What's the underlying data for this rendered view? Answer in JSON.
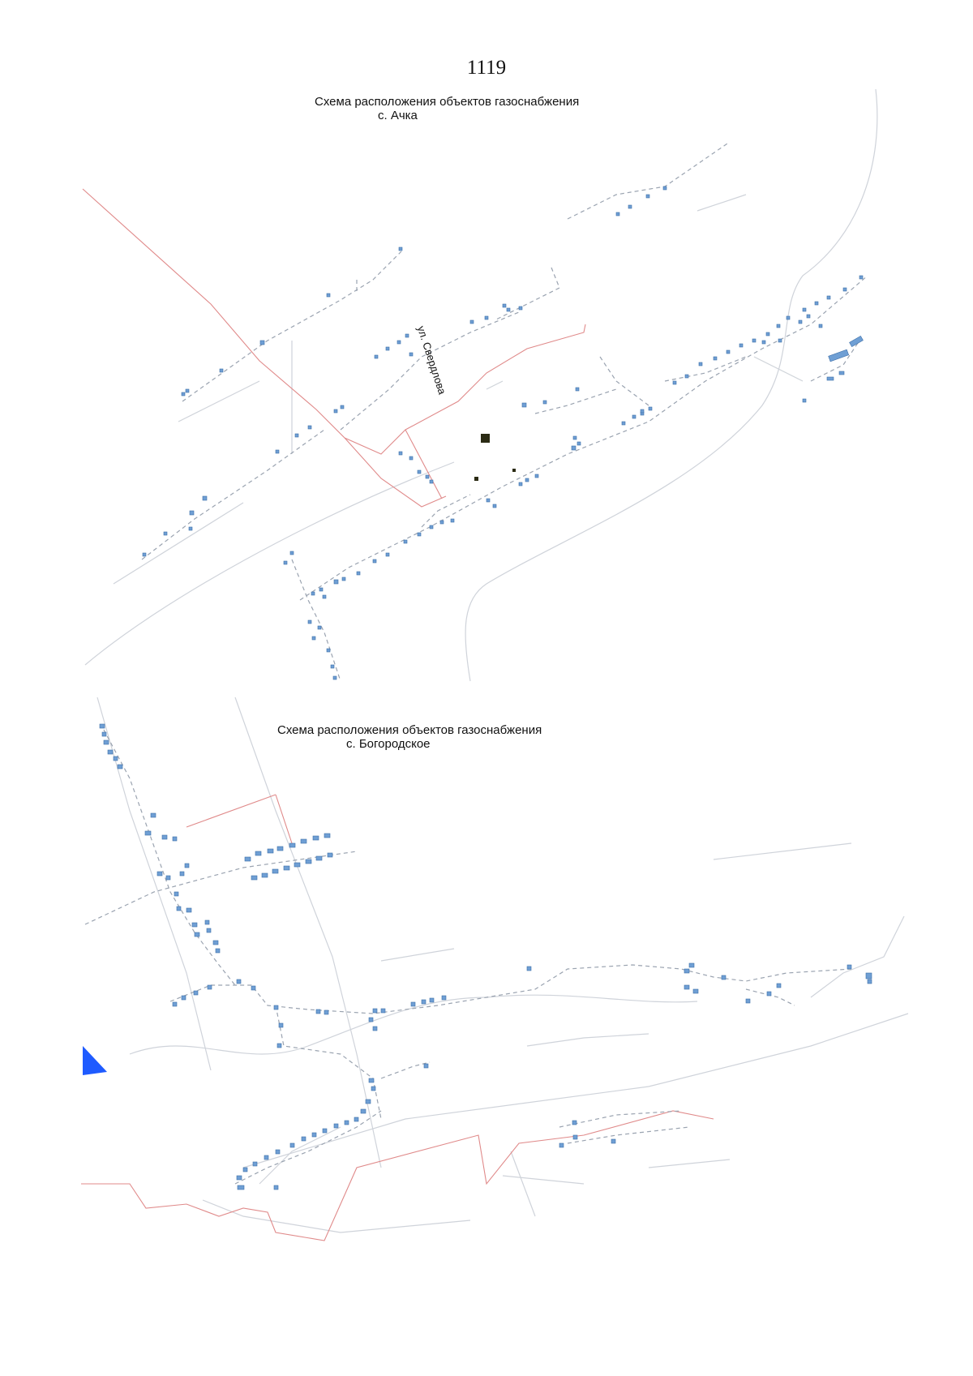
{
  "page": {
    "number": "1119"
  },
  "maps": [
    {
      "title_line1": "Схема расположения объектов  газоснабжения",
      "title_line2": "с. Ачка",
      "street_labels": [
        "ул. Свердлова"
      ]
    },
    {
      "title_line1": "Схема расположения объектов  газоснабжения",
      "title_line2": "с. Богородское"
    }
  ],
  "colors": {
    "gas_pipeline": "#9aa3b0",
    "road": "#cfd3da",
    "boundary": "#e08a8a",
    "building": "#6f9fd4",
    "building_edge": "#3d6fa8",
    "accent_marker": "#1f5bff",
    "dark_object": "#2b2b14"
  }
}
